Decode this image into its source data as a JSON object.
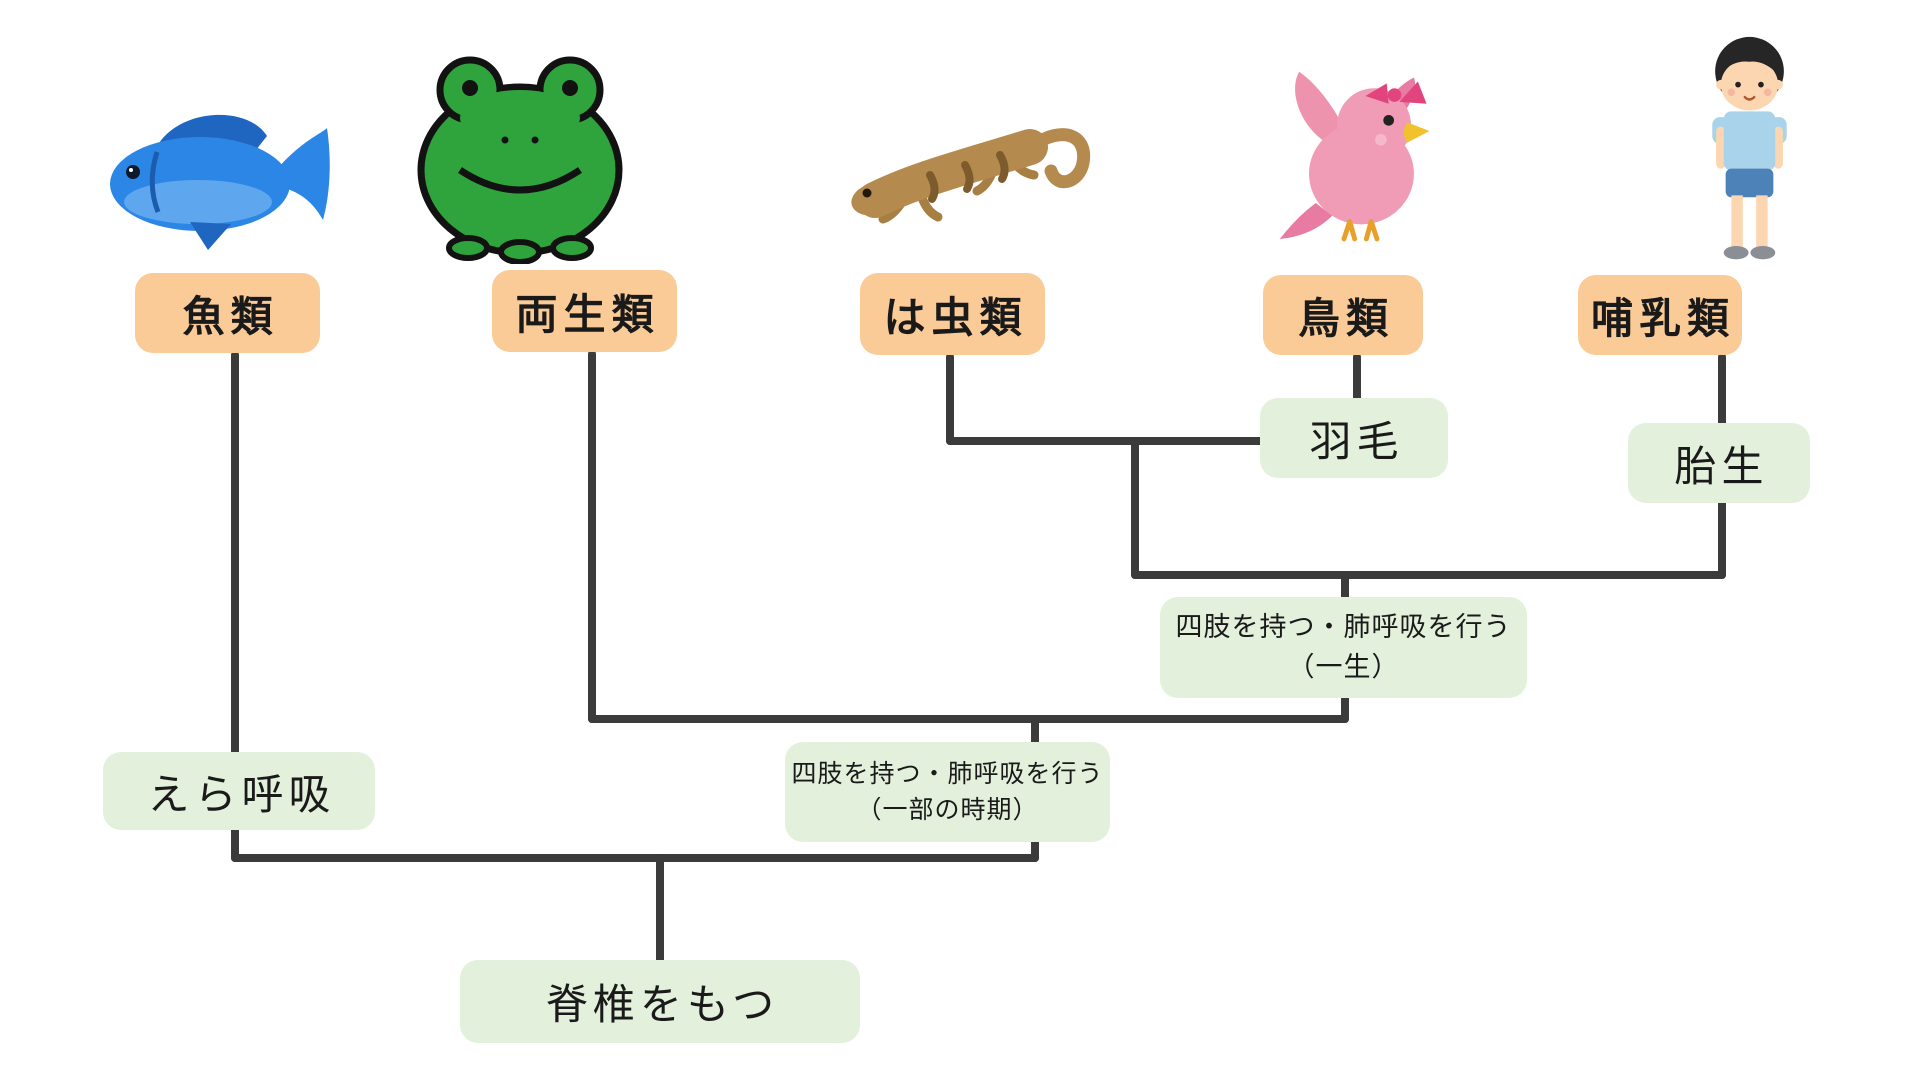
{
  "diagram": {
    "type": "cladogram",
    "subject": "vertebrate classification tree",
    "background": "#ffffff",
    "colors": {
      "taxon_box_fill": "#FACB96",
      "trait_box_fill": "#E3F0DC",
      "branch_line": "#3B3B3B",
      "text": "#1A1A1A"
    },
    "taxa": [
      {
        "id": "fish",
        "label": "魚類",
        "icon": "fish-icon"
      },
      {
        "id": "amphibian",
        "label": "両生類",
        "icon": "frog-icon"
      },
      {
        "id": "reptile",
        "label": "は虫類",
        "icon": "gecko-icon"
      },
      {
        "id": "bird",
        "label": "鳥類",
        "icon": "bird-icon"
      },
      {
        "id": "mammal",
        "label": "哺乳類",
        "icon": "boy-icon"
      }
    ],
    "traits": [
      {
        "id": "feathers",
        "label": "羽毛"
      },
      {
        "id": "viviparity",
        "label": "胎生"
      },
      {
        "id": "tetrapod-lungs-lifelong",
        "line1": "四肢を持つ・肺呼吸を行う",
        "line2": "（一生）"
      },
      {
        "id": "gill-breathing",
        "label": "えら呼吸"
      },
      {
        "id": "tetrapod-lungs-partial",
        "line1": "四肢を持つ・肺呼吸を行う",
        "line2": "（一部の時期）"
      },
      {
        "id": "vertebrate",
        "label": "脊椎をもつ"
      }
    ],
    "tree": {
      "root_label": "脊椎をもつ",
      "newick_like": "((魚類:えら呼吸),((両生類),(((は虫類),(鳥類:羽毛)),(哺乳類:胎生)):四肢を持つ・肺呼吸を行う（一生）):四肢を持つ・肺呼吸を行う（一部の時期）):脊椎をもつ"
    }
  }
}
